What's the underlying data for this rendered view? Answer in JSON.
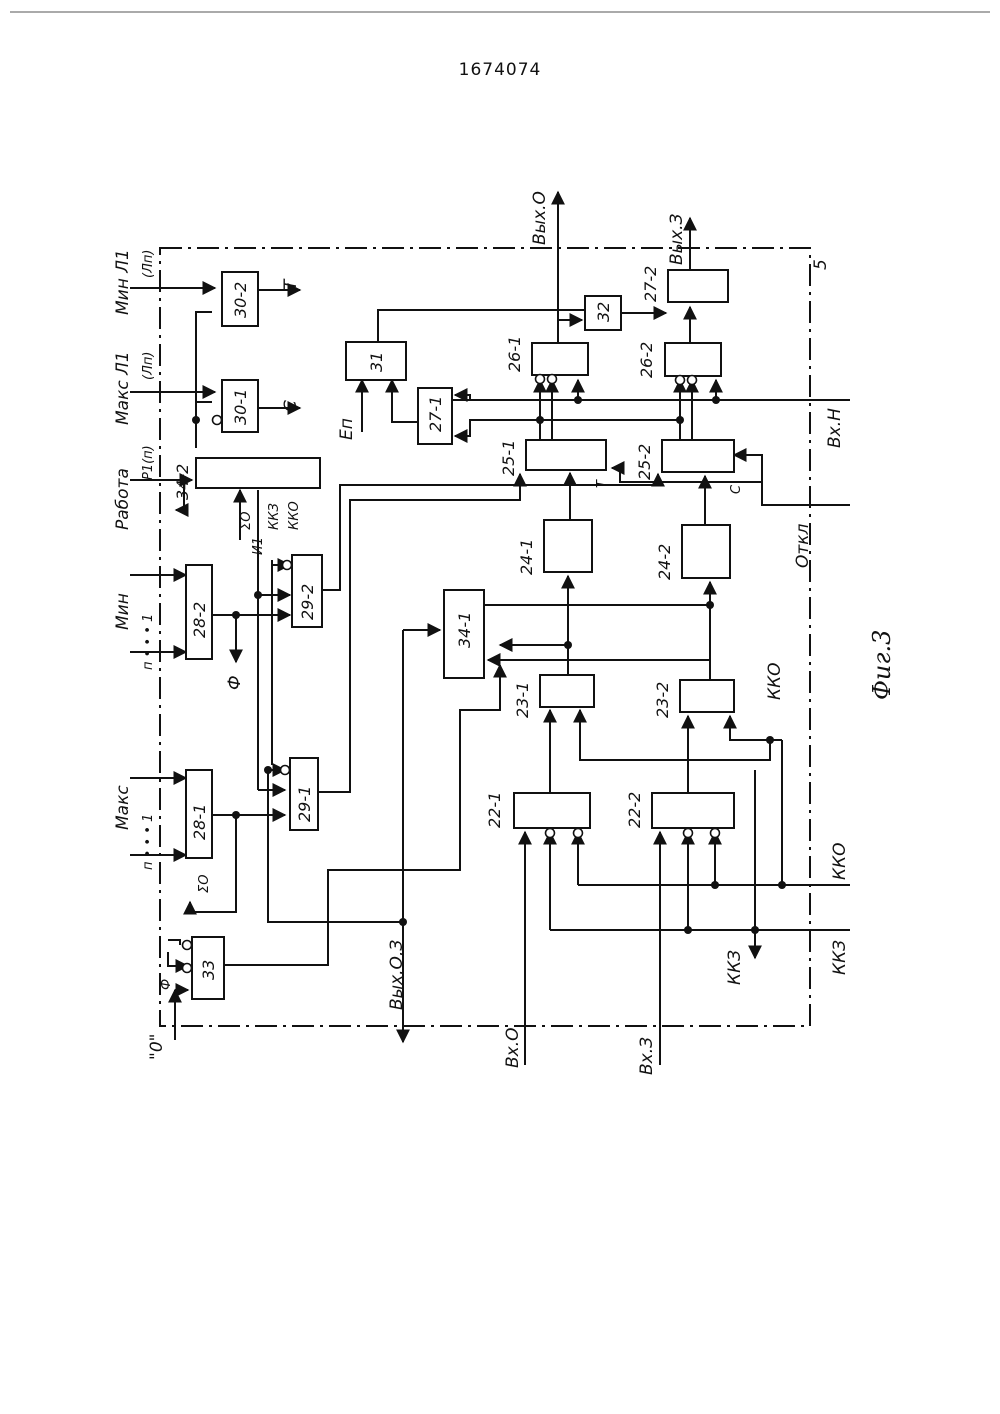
{
  "document": {
    "patent_number": "1674074",
    "figure_caption": "Фиг.3",
    "unit_number": "5"
  },
  "blocks": {
    "b22_1": "22-1",
    "b22_2": "22-2",
    "b23_1": "23-1",
    "b23_2": "23-2",
    "b24_1": "24-1",
    "b24_2": "24-2",
    "b25_1": "25-1",
    "b25_2": "25-2",
    "b26_1": "26-1",
    "b26_2": "26-2",
    "b27_1": "27-1",
    "b27_2": "27-2",
    "b28_1": "28-1",
    "b28_2": "28-2",
    "b29_1": "29-1",
    "b29_2": "29-2",
    "b30_1": "30-1",
    "b30_2": "30-2",
    "b31": "31",
    "b32": "32",
    "b33": "33",
    "b34_1": "34-1",
    "b34_2": "34-2"
  },
  "labels": {
    "min_l1": "Мин Л1",
    "min_l1_sub": "(Лп)",
    "maks_l1": "Макс Л1",
    "maks_l1_sub": "(Лп)",
    "rabota": "Работа",
    "rabota_sub": "Р1(п)",
    "min": "Мин",
    "min_range": "п  • • •  1",
    "maks": "Макс",
    "maks_range": "п  • • •  1",
    "zero_input": "\"0\"",
    "phi": "Ф",
    "phi_out": "Ф",
    "sigma_o": "ΣО",
    "sigma_o_out": "ΣО",
    "u1": "И1",
    "kkz": "ККЗ",
    "kko": "ККО",
    "t_out": "Т",
    "c_out": "С",
    "t_25": "Т",
    "c_25": "С",
    "en": "Еп",
    "vyh_o": "Вых.О",
    "vyh_z": "Вых.З",
    "vyh_oz": "Вых.О,З",
    "vh_o": "Вх.О",
    "vh_z": "Вх.З",
    "vh_n": "Вх.Н",
    "otkl": "Откл",
    "kko_right": "ККО",
    "kkz_right": "ККЗ",
    "kko_23": "ККО",
    "kkz_bottom": "ККЗ"
  }
}
